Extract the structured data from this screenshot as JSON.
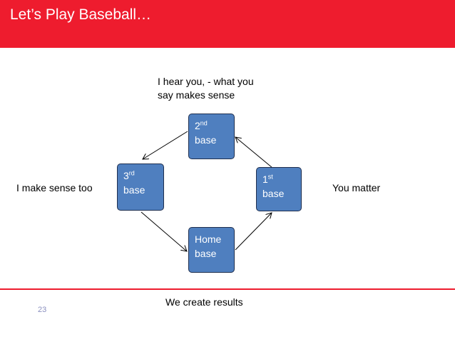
{
  "header": {
    "title": "Let’s Play Baseball…"
  },
  "bases": {
    "second": {
      "number": "2",
      "suffix": "nd",
      "word": "base"
    },
    "third": {
      "number": "3",
      "suffix": "rd",
      "word": "base"
    },
    "first": {
      "number": "1",
      "suffix": "st",
      "word": "base"
    },
    "home": {
      "line1": "Home",
      "line2": "base"
    }
  },
  "labels": {
    "top_line1": "I hear you, - what you",
    "top_line2": "say makes sense",
    "left": "I make sense too",
    "right": "You matter",
    "bottom": "We create results"
  },
  "footer": {
    "page_number": "23"
  },
  "colors": {
    "header": "#ee1c2e",
    "box_fill": "#4f7fbf",
    "box_border": "#1f2f4f",
    "page_number": "#8a8fbf"
  }
}
